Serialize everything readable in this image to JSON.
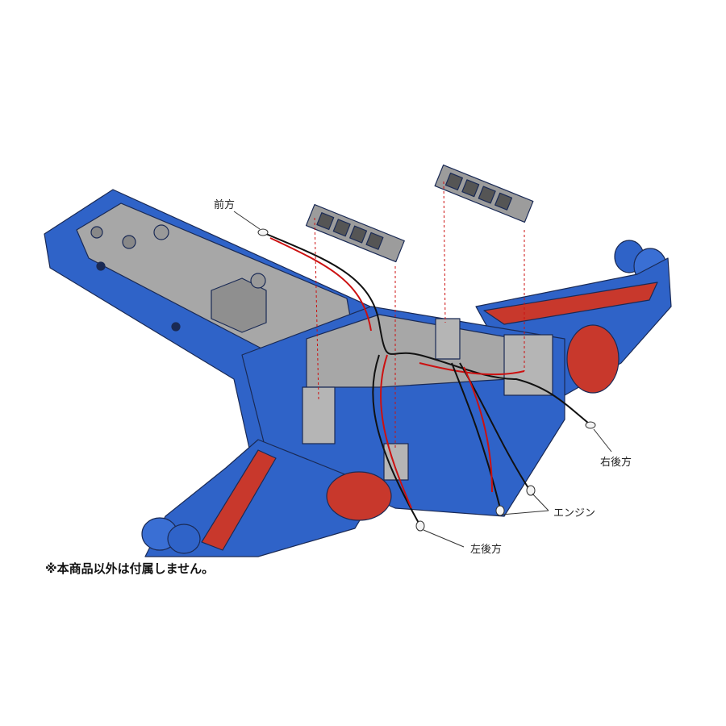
{
  "labels": {
    "front": "前方",
    "rear_right": "右後方",
    "engine": "エンジン",
    "rear_left": "左後方"
  },
  "note": "※本商品以外は付属しません。",
  "colors": {
    "body_blue": "#2f63c8",
    "wing_red": "#c8382c",
    "interior_gray": "#a7a7a7",
    "wire_red": "#cc1111",
    "wire_black": "#111111"
  }
}
